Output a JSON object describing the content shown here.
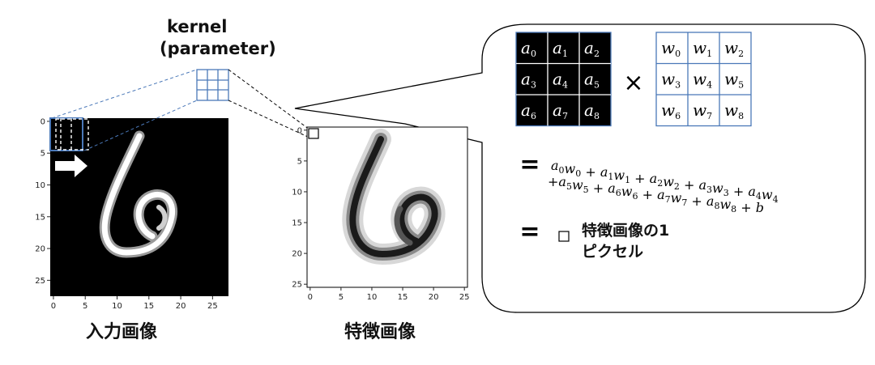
{
  "kernel_label": {
    "line1": "kernel",
    "line2": "(parameter)"
  },
  "input_label": "入力画像",
  "feature_label": "特徴画像",
  "input_axis": {
    "xticks": [
      "0",
      "5",
      "10",
      "15",
      "20",
      "25"
    ],
    "yticks": [
      "0",
      "5",
      "10",
      "15",
      "20",
      "25"
    ],
    "size": 28
  },
  "feature_axis": {
    "xticks": [
      "0",
      "5",
      "10",
      "15",
      "20",
      "25"
    ],
    "yticks": [
      "0",
      "5",
      "10",
      "15",
      "20",
      "25"
    ],
    "size": 26
  },
  "matrix_a": [
    [
      "a",
      "0"
    ],
    [
      "a",
      "1"
    ],
    [
      "a",
      "2"
    ],
    [
      "a",
      "3"
    ],
    [
      "a",
      "4"
    ],
    [
      "a",
      "5"
    ],
    [
      "a",
      "6"
    ],
    [
      "a",
      "7"
    ],
    [
      "a",
      "8"
    ]
  ],
  "matrix_w": [
    [
      "w",
      "0"
    ],
    [
      "w",
      "1"
    ],
    [
      "w",
      "2"
    ],
    [
      "w",
      "3"
    ],
    [
      "w",
      "4"
    ],
    [
      "w",
      "5"
    ],
    [
      "w",
      "6"
    ],
    [
      "w",
      "7"
    ],
    [
      "w",
      "8"
    ]
  ],
  "times_symbol": "×",
  "equals_symbol": "=",
  "formula_line1": [
    [
      "a",
      "0"
    ],
    [
      "w",
      "0"
    ],
    "+",
    [
      "a",
      "1"
    ],
    [
      "w",
      "1"
    ],
    "+",
    [
      "a",
      "2"
    ],
    [
      "w",
      "2"
    ],
    "+",
    [
      "a",
      "3"
    ],
    [
      "w",
      "3"
    ],
    "+",
    [
      "a",
      "4"
    ],
    [
      "w",
      "4"
    ]
  ],
  "formula_line2_prefix": "+",
  "formula_line2": [
    [
      "a",
      "5"
    ],
    [
      "w",
      "5"
    ],
    "+",
    [
      "a",
      "6"
    ],
    [
      "w",
      "6"
    ],
    "+",
    [
      "a",
      "7"
    ],
    [
      "w",
      "7"
    ],
    "+",
    [
      "a",
      "8"
    ],
    [
      "w",
      "8"
    ],
    "+",
    [
      "b",
      ""
    ]
  ],
  "result_text": {
    "line1": "特徴画像の1",
    "line2": "ピクセル"
  },
  "colors": {
    "kernel_blue": "#4a78b8",
    "guide_blue": "#4a78b8",
    "black": "#000000"
  }
}
